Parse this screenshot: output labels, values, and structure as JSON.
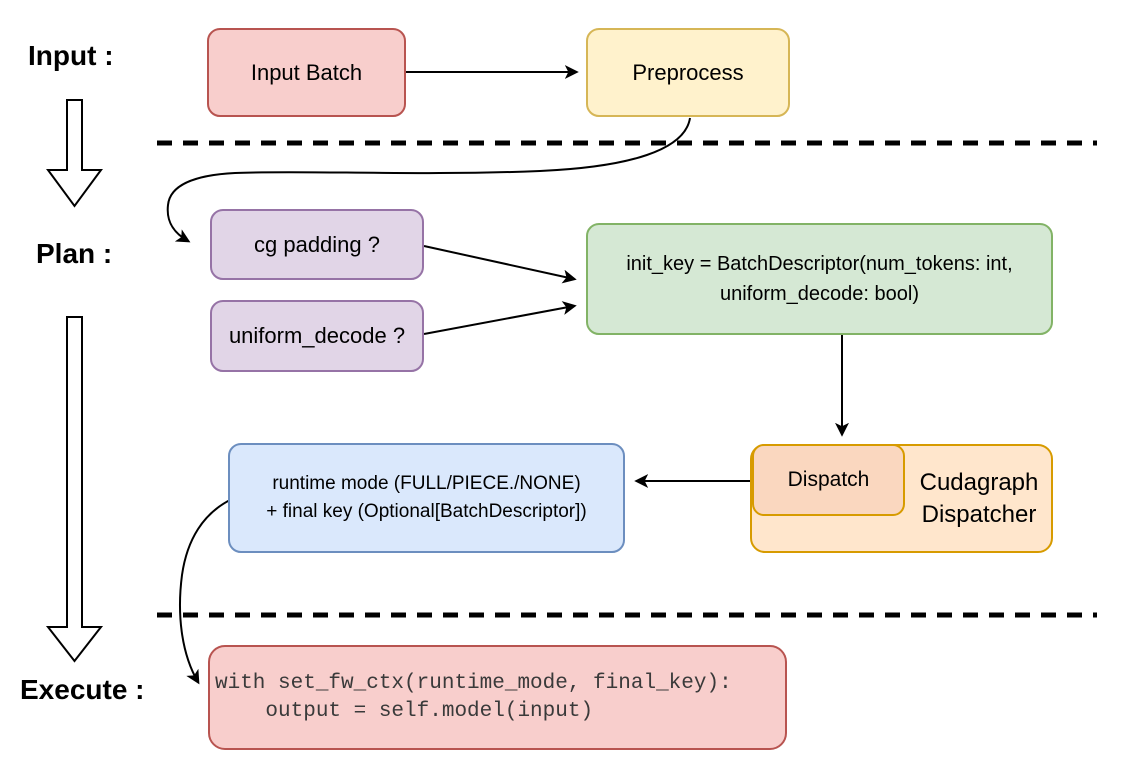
{
  "diagram": {
    "stages": {
      "input_label": "Input :",
      "plan_label": "Plan :",
      "execute_label": "Execute :"
    },
    "nodes": {
      "input_batch": {
        "label": "Input Batch",
        "fill": "#f8cecc",
        "border": "#b85450"
      },
      "preprocess": {
        "label": "Preprocess",
        "fill": "#fff2cc",
        "border": "#d6b656"
      },
      "cg_padding": {
        "label": "cg padding ?",
        "fill": "#e1d5e7",
        "border": "#9673a6"
      },
      "uniform_decode": {
        "label": "uniform_decode ?",
        "fill": "#e1d5e7",
        "border": "#9673a6"
      },
      "init_key": {
        "lines": [
          "init_key = BatchDescriptor(num_tokens: int,",
          "uniform_decode: bool)"
        ],
        "fill": "#d5e8d4",
        "border": "#82b366"
      },
      "dispatch": {
        "label": "Dispatch",
        "fill": "#fad7bf",
        "border": "#d79b00"
      },
      "cudagraph_dispatcher": {
        "lines": [
          "Cudagraph",
          "Dispatcher"
        ],
        "fill": "#ffe6cc",
        "border": "#d79b00"
      },
      "runtime_result": {
        "lines": [
          "runtime mode (FULL/PIECE./NONE)",
          "+ final key (Optional[BatchDescriptor])"
        ],
        "fill": "#dae8fc",
        "border": "#6c8ebf"
      },
      "execute_code": {
        "lines": [
          "with set_fw_ctx(runtime_mode, final_key):",
          "    output = self.model(input)"
        ],
        "fill": "#f8cecc",
        "border": "#b85450"
      }
    },
    "connector_color": "#000000",
    "separator_color": "#000000",
    "background": "#ffffff"
  }
}
